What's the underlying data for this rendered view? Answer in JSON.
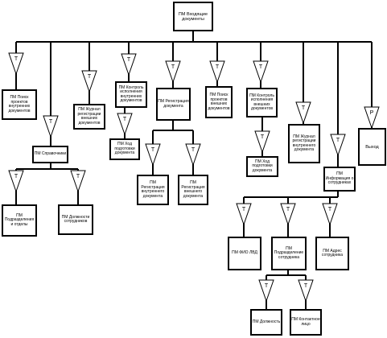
{
  "nodes": {
    "root": "ПМ Входящие документы",
    "n1": "ПМ Поиск проектов внутренних документов",
    "n2": "ПМ Журнал регистрации внешних документов",
    "n3": "ПМ Контроль исполнения внутренних документов",
    "n3a": "ПМ Ход подготовки документа",
    "n4": "ПМ Регистрация документа",
    "n4a": "ПМ Регистрация внутреннего документа",
    "n4b": "ПМ Регистрация внешнего документа",
    "n5": "ПМ Поиск проектов внешних документов",
    "n6": "ПМ Контроль исполнения внешних документов",
    "n6a": "ПМ Ход подготовки документа",
    "n7": "ПМ Журнал регистрации внутреннего документа",
    "n8": "Выход",
    "nL": "ПМ Справочники",
    "nLa": "ПМ Подразделения и отделы",
    "nLb": "ПМ Должности сотрудников",
    "nR": "ПМ Информация о сотрудниках",
    "nRa": "ПМ ФИО ЛВД",
    "nRb": "ПМ Подразделение сотрудника",
    "nRc": "ПМ Адрес сотрудника",
    "nRb1": "ПМ Должность",
    "nRb2": "ПМ Контактное лицо"
  },
  "connectors": {
    "t_label": "T",
    "p_label": "P"
  }
}
